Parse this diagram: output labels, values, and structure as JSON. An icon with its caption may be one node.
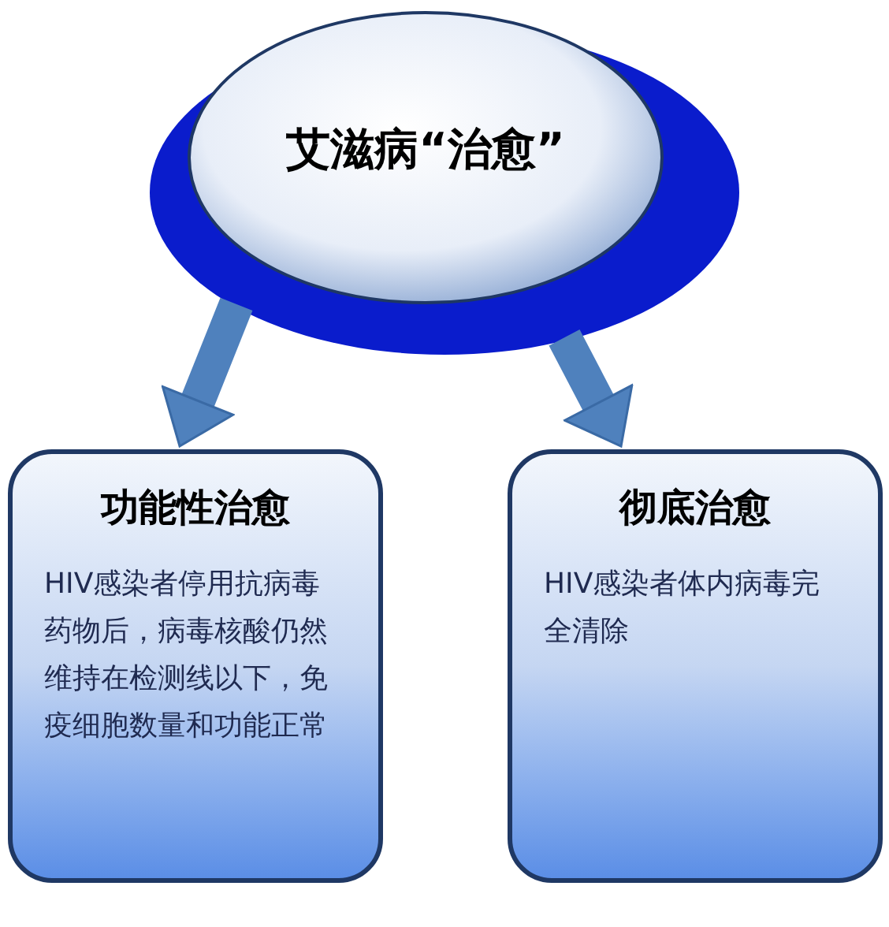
{
  "diagram": {
    "nodes": [
      {
        "text": [
          "艾滋病“治愈”"
        ]
      },
      {
        "text": [
          "功能性治愈",
          "HIV感染者停用抗病毒药物后，病毒核酸仍然维持在检测线以下，免疫细胞数量和功能正常"
        ]
      },
      {
        "text": [
          "彻底治愈",
          "HIV感染者体内病毒完全清除"
        ]
      }
    ],
    "edges": [
      {
        "from": 0,
        "to": 1,
        "arrow": "to"
      },
      {
        "from": 0,
        "to": 2,
        "arrow": "to"
      }
    ]
  }
}
